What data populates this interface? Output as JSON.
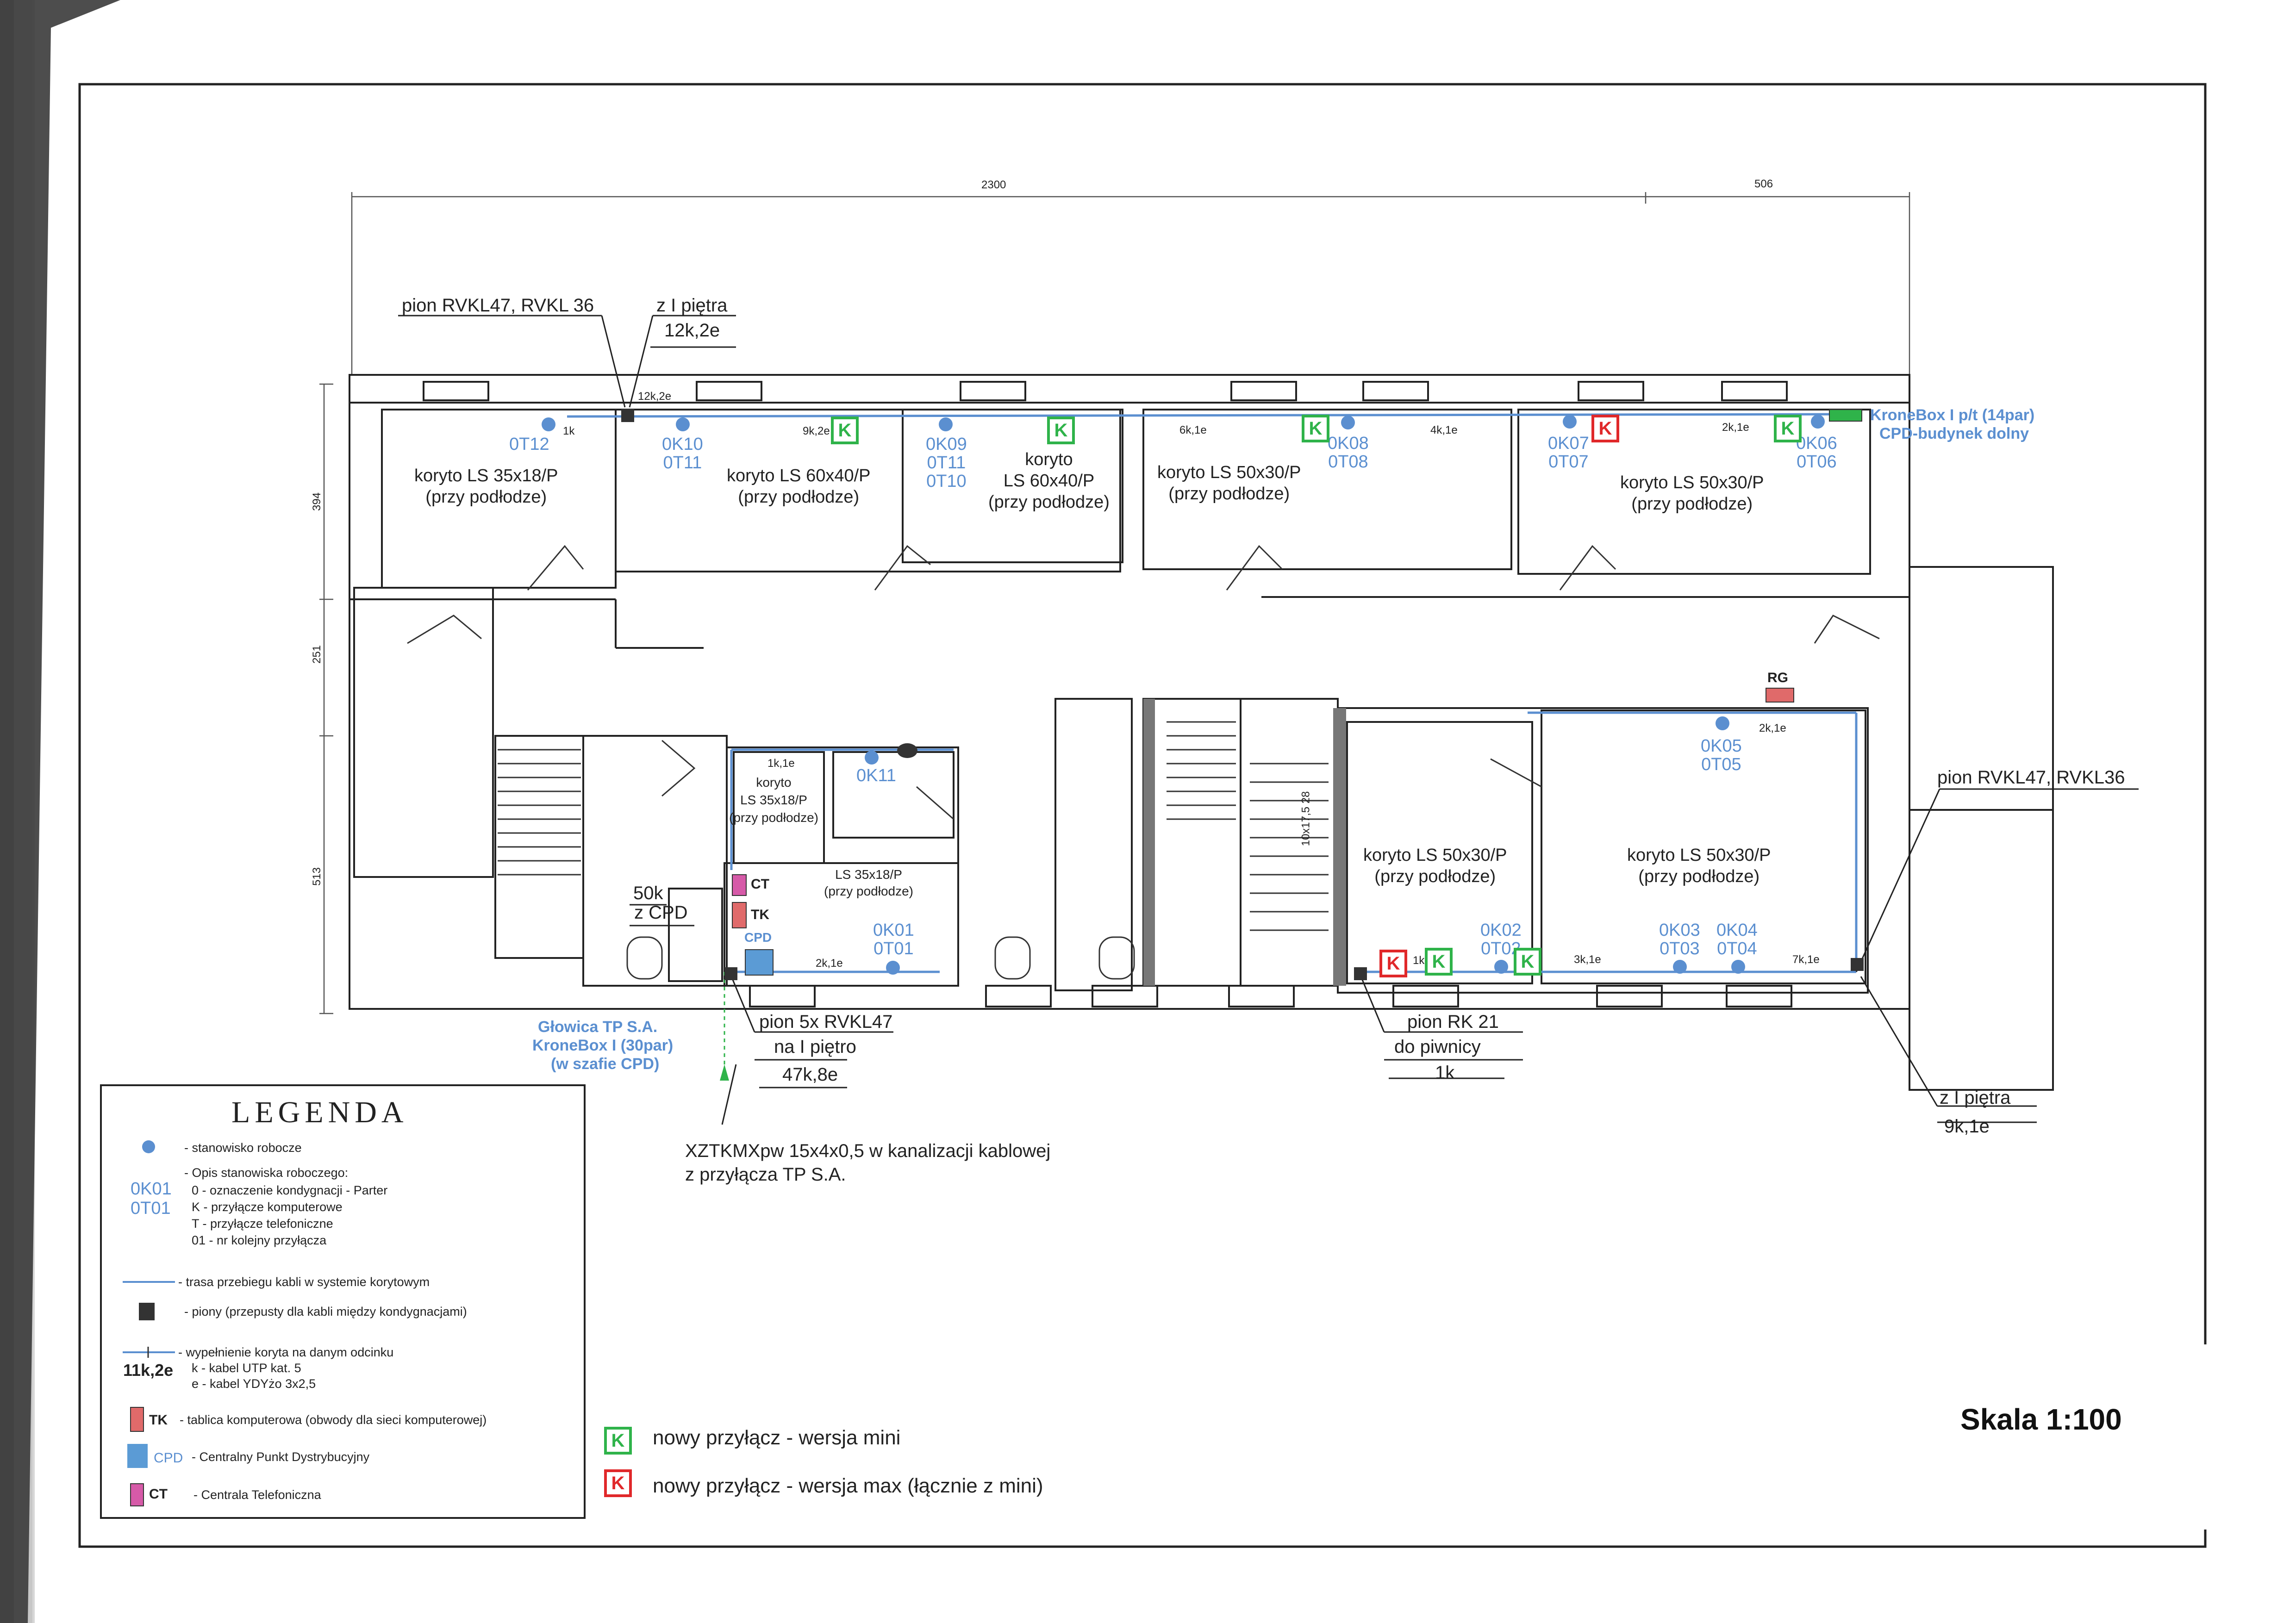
{
  "dimensions": {
    "top_total": "2300",
    "top_right": "506",
    "left_1": "394",
    "left_2": "251",
    "left_3": "513"
  },
  "callouts": {
    "pion_top": "pion RVKL47, RVKL 36",
    "z_pietra_top": "z I piętra",
    "z_pietra_top_val": "12k,2e",
    "riser_top_val": "12k,2e",
    "krone_top_1": "KroneBox I p/t (14par)",
    "krone_top_2": "CPD-budynek dolny",
    "pion_right": "pion RVKL47, RVKL36",
    "z_pietra_right": "z I piętra",
    "z_pietra_right_val": "9k,1e",
    "pion_rk": "pion RK 21",
    "do_piwnicy": "do piwnicy",
    "do_piwnicy_val": "1k",
    "pion_5x": "pion 5x RVKL47",
    "na_pietro": "na I piętro",
    "na_pietro_val": "47k,8e",
    "glowica_1": "Głowica TP S.A.",
    "glowica_2": "KroneBox I (30par)",
    "glowica_3": "(w szafie CPD)",
    "xztkm_1": "XZTKMXpw 15x4x0,5 w kanalizacji kablowej",
    "xztkm_2": "z przyłącza TP S.A.",
    "k50": "50k",
    "z_cpd": "z CPD",
    "rg": "RG",
    "ct": "CT",
    "tk": "TK",
    "cpd": "CPD"
  },
  "segments": {
    "s1k": "1k",
    "s9k2e": "9k,2e",
    "s6k1e": "6k,1e",
    "s4k1e": "4k,1e",
    "s2k1e_top": "2k,1e",
    "s2k1e_rg": "2k,1e",
    "s2k1e_cpd": "2k,1e",
    "s1k_mid": "1k",
    "s3k1e": "3k,1e",
    "s7k1e": "7k,1e",
    "s1k1e": "1k,1e",
    "stair": "10x17,5 28"
  },
  "workstations": [
    {
      "k": "0T12",
      "t": ""
    },
    {
      "k": "0K10",
      "t": "0T11"
    },
    {
      "k": "0K09",
      "t": "0T11"
    },
    {
      "k": "0T10",
      "t": ""
    },
    {
      "k": "0K08",
      "t": "0T08"
    },
    {
      "k": "0K07",
      "t": "0T07"
    },
    {
      "k": "0K06",
      "t": "0T06"
    },
    {
      "k": "0K11",
      "t": ""
    },
    {
      "k": "0K01",
      "t": "0T01"
    },
    {
      "k": "0K05",
      "t": "0T05"
    },
    {
      "k": "0K02",
      "t": "0T02"
    },
    {
      "k": "0K03",
      "t": "0T03"
    },
    {
      "k": "0K04",
      "t": "0T04"
    }
  ],
  "rooms": {
    "r1_1": "koryto LS 35x18/P",
    "r1_2": "(przy podłodze)",
    "r2_1": "koryto LS 60x40/P",
    "r2_2": "(przy podłodze)",
    "r3_1": "koryto",
    "r3_2": "LS 60x40/P",
    "r3_3": "(przy podłodze)",
    "r4_1": "koryto LS 50x30/P",
    "r4_2": "(przy podłodze)",
    "r5_1": "koryto LS 50x30/P",
    "r5_2": "(przy podłodze)",
    "r6_1": "koryto",
    "r6_2": "LS 35x18/P",
    "r6_3": "(przy podłodze)",
    "r7_1": "LS 35x18/P",
    "r7_2": "(przy podłodze)",
    "r8_1": "koryto LS 50x30/P",
    "r8_2": "(przy podłodze)",
    "r9_1": "koryto LS 50x30/P",
    "r9_2": "(przy podłodze)"
  },
  "legend": {
    "title": "LEGENDA",
    "stanowisko": "- stanowisko robocze",
    "opis": "- Opis stanowiska roboczego:",
    "opis_0": "0 - oznaczenie kondygnacji - Parter",
    "opis_k": "K - przyłącze komputerowe",
    "opis_t": "T - przyłącze telefoniczne",
    "opis_01": "01 - nr kolejny przyłącza",
    "code_k": "0K01",
    "code_t": "0T01",
    "trasa": "- trasa przebiegu kabli w systemie korytowym",
    "piony": "- piony (przepusty dla  kabli między kondygnacjami)",
    "wypelnienie": "- wypełnienie koryta na danym odcinku",
    "wyp_val": "11k,2e",
    "wyp_k": "k - kabel UTP kat. 5",
    "wyp_e": "e - kabel YDYżo 3x2,5",
    "tk_label": "TK",
    "tk_desc": "- tablica komputerowa (obwody dla sieci komputerowej)",
    "cpd_label": "CPD",
    "cpd_desc": "- Centralny Punkt Dystrybucyjny",
    "ct_label": "CT",
    "ct_desc": "- Centrala Telefoniczna"
  },
  "k_legend": {
    "mini": "nowy przyłącz - wersja mini",
    "max": "nowy przyłącz - wersja max (łącznie z mini)"
  },
  "scale": "Skala 1:100",
  "colors": {
    "cable": "#5b8fd0",
    "mini": "#2fb34a",
    "max": "#e0282a",
    "tk": "#e06a6a",
    "ct": "#d65aa8",
    "cpd": "#5b9bd5"
  }
}
